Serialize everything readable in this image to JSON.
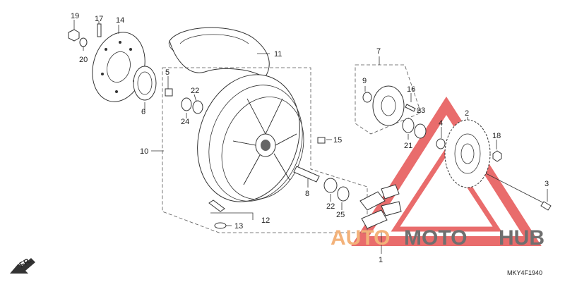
{
  "diagram_code": "MKY4F1940",
  "front_marker": "FR.",
  "watermark": {
    "text_a": "AUTO",
    "text_b": "MOTO",
    "text_c": "HUB",
    "color_a": "#f3b27a",
    "color_b": "#6f6f6f",
    "color_c": "#6f6f6f",
    "triangle_color": "#e23b3b"
  },
  "callouts": {
    "p1": "1",
    "p2": "2",
    "p3": "3",
    "p4": "4",
    "p5": "5",
    "p6": "6",
    "p7": "7",
    "p8": "8",
    "p9": "9",
    "p10": "10",
    "p11": "11",
    "p12": "12",
    "p13": "13",
    "p14": "14",
    "p15": "15",
    "p16": "16",
    "p17": "17",
    "p18": "18",
    "p19": "19",
    "p20": "20",
    "p21": "21",
    "p22a": "22",
    "p22b": "22",
    "p23": "23",
    "p24": "24",
    "p25": "25"
  }
}
